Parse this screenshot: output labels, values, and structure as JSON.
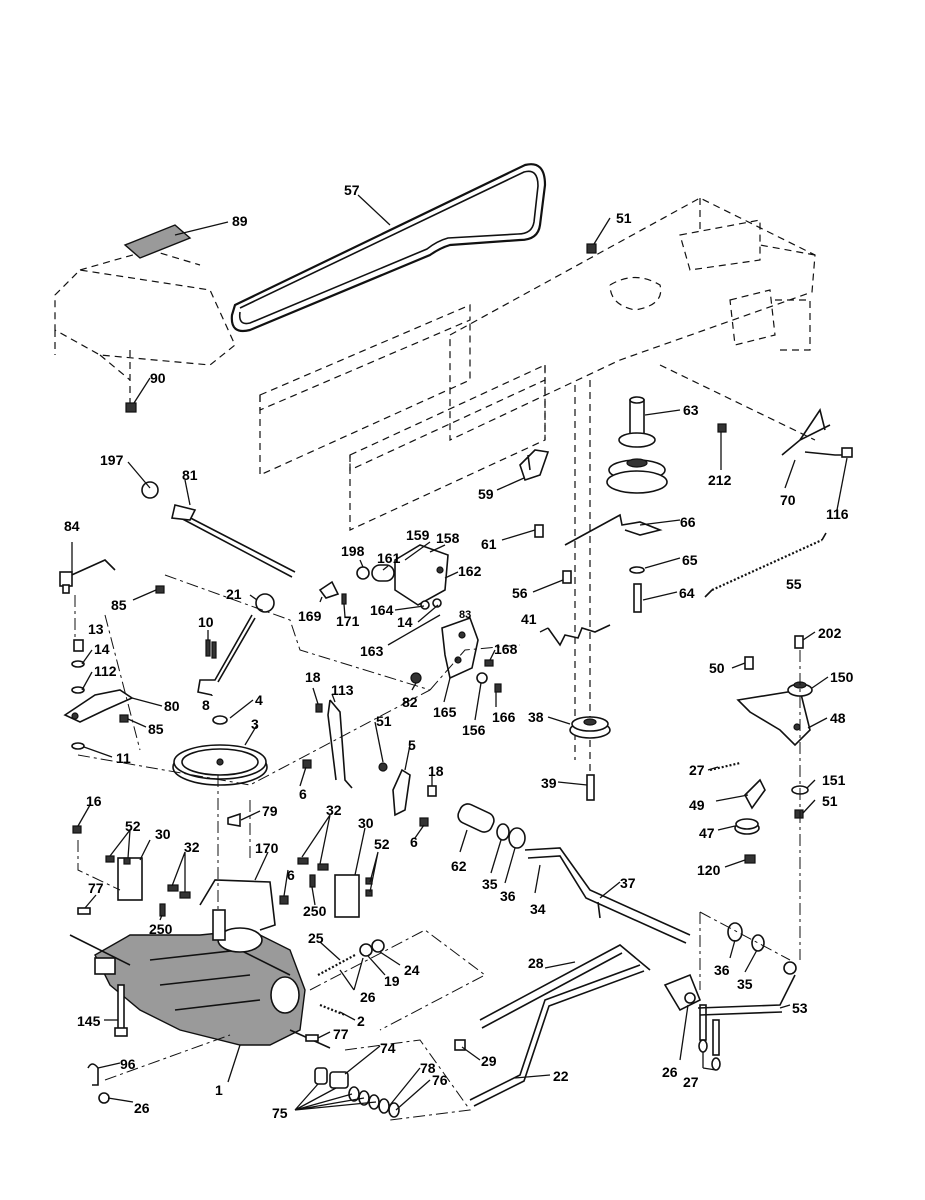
{
  "parts": [
    {
      "id": "p57",
      "num": "57"
    },
    {
      "id": "p89",
      "num": "89"
    },
    {
      "id": "p51a",
      "num": "51"
    },
    {
      "id": "p90",
      "num": "90"
    },
    {
      "id": "p63",
      "num": "63"
    },
    {
      "id": "p197",
      "num": "197"
    },
    {
      "id": "p81",
      "num": "81"
    },
    {
      "id": "p212",
      "num": "212"
    },
    {
      "id": "p70",
      "num": "70"
    },
    {
      "id": "p116",
      "num": "116"
    },
    {
      "id": "p59",
      "num": "59"
    },
    {
      "id": "p66",
      "num": "66"
    },
    {
      "id": "p84",
      "num": "84"
    },
    {
      "id": "p198",
      "num": "198"
    },
    {
      "id": "p161",
      "num": "161"
    },
    {
      "id": "p159",
      "num": "159"
    },
    {
      "id": "p158",
      "num": "158"
    },
    {
      "id": "p61",
      "num": "61"
    },
    {
      "id": "p162",
      "num": "162"
    },
    {
      "id": "p65",
      "num": "65"
    },
    {
      "id": "p55",
      "num": "55"
    },
    {
      "id": "p56",
      "num": "56"
    },
    {
      "id": "p64",
      "num": "64"
    },
    {
      "id": "p85a",
      "num": "85"
    },
    {
      "id": "p21",
      "num": "21"
    },
    {
      "id": "p169",
      "num": "169"
    },
    {
      "id": "p171",
      "num": "171"
    },
    {
      "id": "p164",
      "num": "164"
    },
    {
      "id": "p14a",
      "num": "14"
    },
    {
      "id": "p83",
      "num": "83"
    },
    {
      "id": "p10",
      "num": "10"
    },
    {
      "id": "p13",
      "num": "13"
    },
    {
      "id": "p163",
      "num": "163"
    },
    {
      "id": "p41",
      "num": "41"
    },
    {
      "id": "p202",
      "num": "202"
    },
    {
      "id": "p14b",
      "num": "14"
    },
    {
      "id": "p168",
      "num": "168"
    },
    {
      "id": "p8",
      "num": "8"
    },
    {
      "id": "p112",
      "num": "112"
    },
    {
      "id": "p50",
      "num": "50"
    },
    {
      "id": "p150",
      "num": "150"
    },
    {
      "id": "p82",
      "num": "82"
    },
    {
      "id": "p18a",
      "num": "18"
    },
    {
      "id": "p113",
      "num": "113"
    },
    {
      "id": "p80",
      "num": "80"
    },
    {
      "id": "p165",
      "num": "165"
    },
    {
      "id": "p166",
      "num": "166"
    },
    {
      "id": "p156",
      "num": "156"
    },
    {
      "id": "p4",
      "num": "4"
    },
    {
      "id": "p48",
      "num": "48"
    },
    {
      "id": "p38",
      "num": "38"
    },
    {
      "id": "p85b",
      "num": "85"
    },
    {
      "id": "p51b",
      "num": "51"
    },
    {
      "id": "p3",
      "num": "3"
    },
    {
      "id": "p5",
      "num": "5"
    },
    {
      "id": "p11",
      "num": "11"
    },
    {
      "id": "p27a",
      "num": "27"
    },
    {
      "id": "p18b",
      "num": "18"
    },
    {
      "id": "p6a",
      "num": "6"
    },
    {
      "id": "p39",
      "num": "39"
    },
    {
      "id": "p151",
      "num": "151"
    },
    {
      "id": "p51c",
      "num": "51"
    },
    {
      "id": "p16",
      "num": "16"
    },
    {
      "id": "p49",
      "num": "49"
    },
    {
      "id": "p79",
      "num": "79"
    },
    {
      "id": "p32a",
      "num": "32"
    },
    {
      "id": "p6b",
      "num": "6"
    },
    {
      "id": "p47",
      "num": "47"
    },
    {
      "id": "p52a",
      "num": "52"
    },
    {
      "id": "p30a",
      "num": "30"
    },
    {
      "id": "p30b",
      "num": "30"
    },
    {
      "id": "p32b",
      "num": "32"
    },
    {
      "id": "p62",
      "num": "62"
    },
    {
      "id": "p52b",
      "num": "52"
    },
    {
      "id": "p170",
      "num": "170"
    },
    {
      "id": "p35a",
      "num": "35"
    },
    {
      "id": "p120",
      "num": "120"
    },
    {
      "id": "p6c",
      "num": "6"
    },
    {
      "id": "p37",
      "num": "37"
    },
    {
      "id": "p36a",
      "num": "36"
    },
    {
      "id": "p34",
      "num": "34"
    },
    {
      "id": "p77a",
      "num": "77"
    },
    {
      "id": "p250a",
      "num": "250"
    },
    {
      "id": "p250b",
      "num": "250"
    },
    {
      "id": "p25",
      "num": "25"
    },
    {
      "id": "p36b",
      "num": "36"
    },
    {
      "id": "p24",
      "num": "24"
    },
    {
      "id": "p19",
      "num": "19"
    },
    {
      "id": "p28",
      "num": "28"
    },
    {
      "id": "p35b",
      "num": "35"
    },
    {
      "id": "p26a",
      "num": "26"
    },
    {
      "id": "p53",
      "num": "53"
    },
    {
      "id": "p145",
      "num": "145"
    },
    {
      "id": "p2",
      "num": "2"
    },
    {
      "id": "p77b",
      "num": "77"
    },
    {
      "id": "p74",
      "num": "74"
    },
    {
      "id": "p29",
      "num": "29"
    },
    {
      "id": "p26b",
      "num": "26"
    },
    {
      "id": "p96",
      "num": "96"
    },
    {
      "id": "p1",
      "num": "1"
    },
    {
      "id": "p22",
      "num": "22"
    },
    {
      "id": "p27b",
      "num": "27"
    },
    {
      "id": "p78",
      "num": "78"
    },
    {
      "id": "p76",
      "num": "76"
    },
    {
      "id": "p26c",
      "num": "26"
    },
    {
      "id": "p75",
      "num": "75"
    }
  ]
}
